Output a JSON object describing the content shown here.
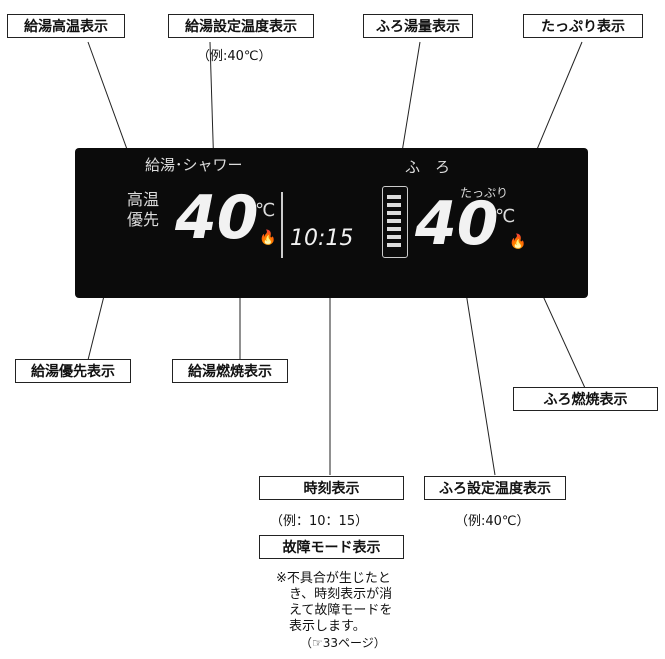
{
  "labels": {
    "kyuto_koon": "給湯高温表示",
    "kyuto_settei": "給湯設定温度表示",
    "furo_yuryo": "ふろ湯量表示",
    "tappuri": "たっぷり表示",
    "kyuto_yusen": "給湯優先表示",
    "kyuto_nensho": "給湯燃焼表示",
    "furo_nensho": "ふろ燃焼表示",
    "jikoku": "時刻表示",
    "furo_settei": "ふろ設定温度表示",
    "kosho": "故障モード表示"
  },
  "notes": {
    "kyuto_example": "（例:40℃）",
    "time_example": "（例：10：15）",
    "furo_example": "（例:40℃）"
  },
  "display": {
    "kyuto_title": "給湯･シャワー",
    "koon": "高温",
    "yusen": "優先",
    "kyuto_temp": "40",
    "unit": "℃",
    "time": "10:15",
    "furo_title": "ふ　ろ",
    "tappuri": "たっぷり",
    "furo_temp": "40"
  },
  "footnote": {
    "lines": [
      "※不具合が生じたと",
      "き、時刻表示が消",
      "えて故障モードを",
      "表示します。",
      "（☞33ページ）"
    ]
  }
}
